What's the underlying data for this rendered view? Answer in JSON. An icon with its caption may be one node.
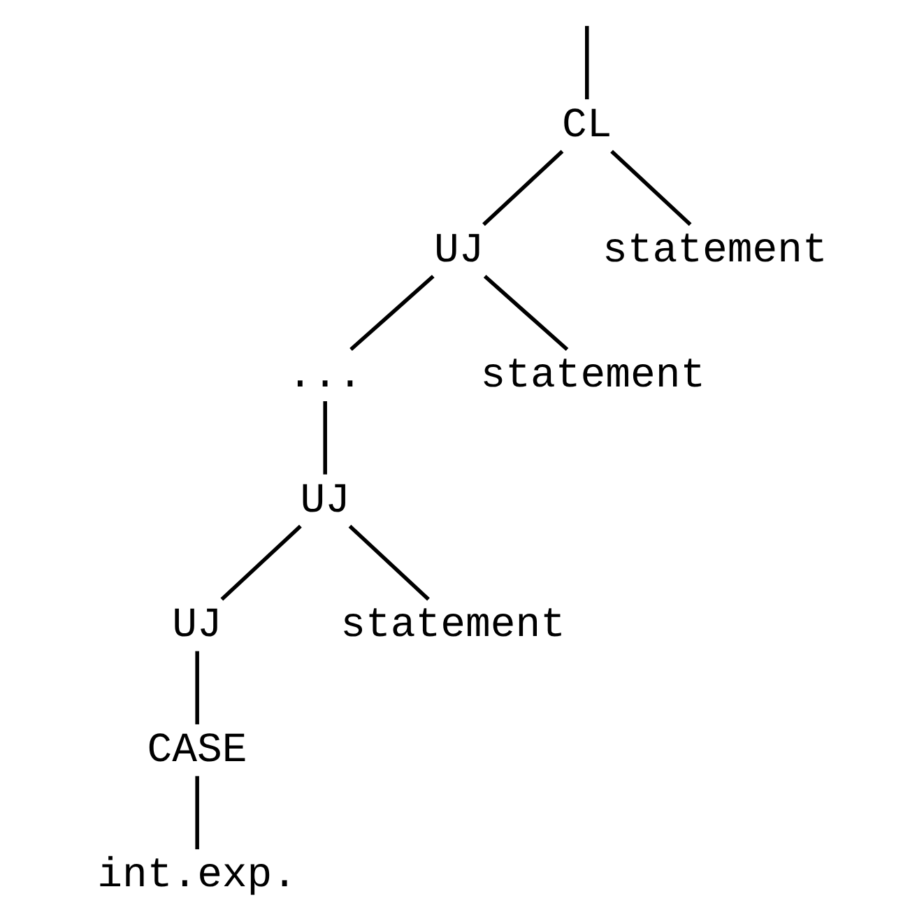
{
  "diagram": {
    "nodes": [
      {
        "text": [
          "CL"
        ]
      },
      {
        "text": [
          "UJ"
        ]
      },
      {
        "text": [
          "statement"
        ]
      },
      {
        "text": [
          "..."
        ]
      },
      {
        "text": [
          "statement"
        ]
      },
      {
        "text": [
          "UJ"
        ]
      },
      {
        "text": [
          "UJ"
        ]
      },
      {
        "text": [
          "statement"
        ]
      },
      {
        "text": [
          "CASE"
        ]
      },
      {
        "text": [
          "int.exp."
        ]
      }
    ],
    "edges": [
      {
        "from": null,
        "to": 0,
        "arrow": "none"
      },
      {
        "from": 0,
        "to": 1,
        "arrow": "none"
      },
      {
        "from": 0,
        "to": 2,
        "arrow": "none"
      },
      {
        "from": 1,
        "to": 3,
        "arrow": "none"
      },
      {
        "from": 1,
        "to": 4,
        "arrow": "none"
      },
      {
        "from": 3,
        "to": 5,
        "arrow": "none"
      },
      {
        "from": 5,
        "to": 6,
        "arrow": "none"
      },
      {
        "from": 5,
        "to": 7,
        "arrow": "none"
      },
      {
        "from": 6,
        "to": 8,
        "arrow": "none"
      },
      {
        "from": 8,
        "to": 9,
        "arrow": "none"
      }
    ]
  }
}
